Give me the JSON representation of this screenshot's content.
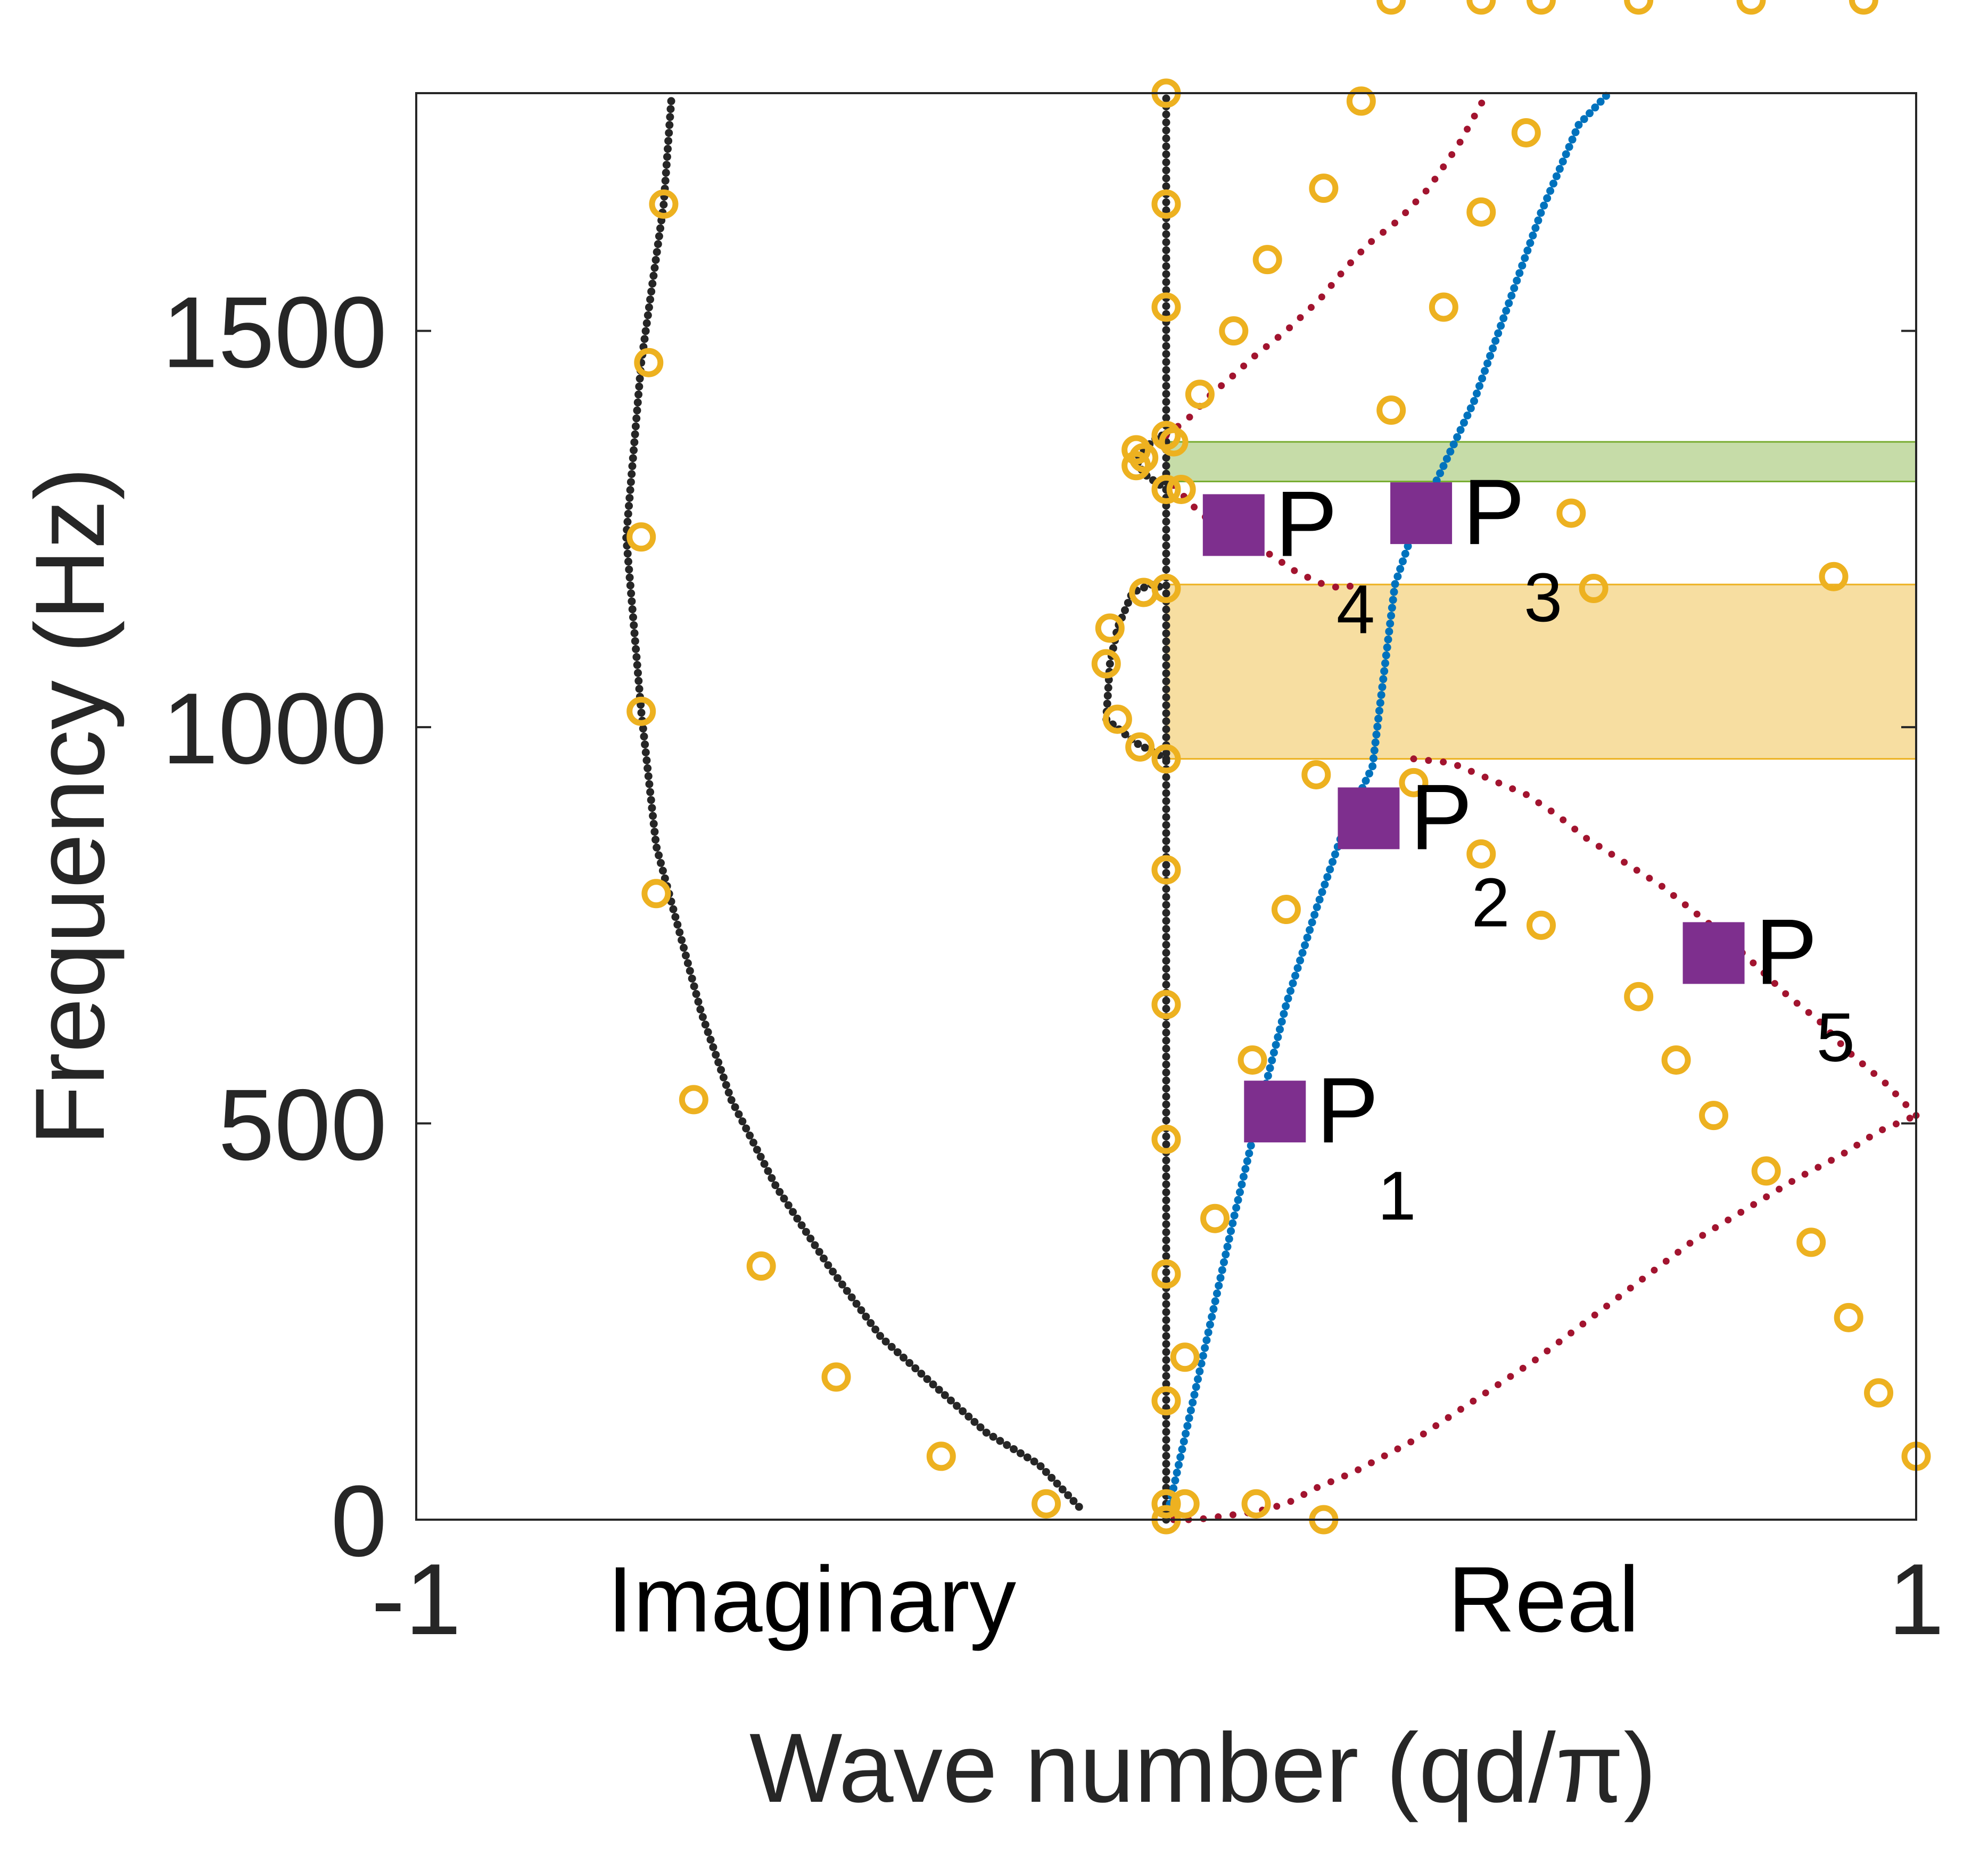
{
  "chart_data": {
    "type": "scatter",
    "title": "",
    "xlabel": "Wave number (qd/π)",
    "ylabel": "Frequency (Hz)",
    "xlim": [
      -1,
      1
    ],
    "ylim": [
      0,
      1800
    ],
    "xticks": [
      -1,
      1
    ],
    "xtick_labels": [
      "-1",
      "1"
    ],
    "yticks": [
      0,
      500,
      1000,
      1500
    ],
    "ytick_labels": [
      "0",
      "500",
      "1000",
      "1500"
    ],
    "region_labels": [
      "Imaginary",
      "Real"
    ],
    "grid": false,
    "colors": {
      "imaginary_branch": "#262626",
      "real_branch_1": "#0072BD",
      "real_branch_2": "#A2142F",
      "marker_ring": "#EDB120",
      "band_green": "#77AC30",
      "band_yellow": "#EDB120",
      "points": "#7E2F8E"
    },
    "bands": [
      {
        "y": [
          1310,
          1360
        ],
        "color": "#77AC30"
      },
      {
        "y": [
          960,
          1180
        ],
        "color": "#EDB120"
      }
    ],
    "series": [
      {
        "style": "dense-dots",
        "color": "#262626",
        "x": [
          -0.66,
          -0.67,
          -0.7,
          -0.72,
          -0.7,
          -0.68,
          -0.66,
          -0.62,
          -0.58,
          -0.52,
          -0.45,
          -0.38,
          -0.31,
          -0.24,
          -0.17,
          -0.11
        ],
        "y": [
          1790,
          1660,
          1460,
          1240,
          1020,
          850,
          780,
          640,
          530,
          420,
          320,
          230,
          170,
          110,
          70,
          10
        ]
      },
      {
        "style": "dense-dots",
        "color": "#262626",
        "x": [
          0,
          0,
          0,
          0,
          0,
          0,
          0,
          0,
          0,
          0,
          0,
          0,
          0,
          0
        ],
        "y": [
          0,
          20,
          150,
          310,
          480,
          650,
          820,
          960,
          1175,
          1300,
          1530,
          1660,
          1790,
          1800
        ]
      },
      {
        "style": "dense-dots",
        "color": "#262626",
        "x": [
          0,
          -0.04,
          -0.08,
          -0.075,
          -0.065,
          -0.045,
          -0.02,
          0
        ],
        "y": [
          960,
          980,
          1010,
          1080,
          1125,
          1170,
          1180,
          1175
        ]
      },
      {
        "style": "dense-dots",
        "color": "#262626",
        "x": [
          0,
          -0.03,
          -0.04,
          -0.03,
          -0.01,
          0
        ],
        "y": [
          1300,
          1320,
          1338,
          1350,
          1368,
          1368
        ]
      },
      {
        "style": "dense-dots",
        "color": "#0072BD",
        "x": [
          0.005,
          0.05,
          0.09,
          0.125,
          0.16,
          0.2,
          0.24,
          0.275,
          0.305,
          0.33,
          0.37,
          0.41,
          0.455,
          0.5,
          0.55,
          0.59
        ],
        "y": [
          20,
          210,
          380,
          520,
          650,
          770,
          880,
          950,
          1180,
          1250,
          1330,
          1410,
          1530,
          1650,
          1760,
          1800
        ]
      },
      {
        "style": "sparse-dots",
        "color": "#A2142F",
        "x": [
          0.0,
          0.03,
          0.06,
          0.085,
          0.12,
          0.16,
          0.205,
          0.24,
          0.27,
          0.31,
          0.35,
          0.39,
          0.425
        ],
        "y": [
          1368,
          1390,
          1420,
          1440,
          1470,
          1500,
          1540,
          1580,
          1610,
          1640,
          1680,
          1735,
          1795
        ]
      },
      {
        "style": "sparse-dots",
        "color": "#A2142F",
        "x": [
          0.01,
          0.045,
          0.09,
          0.135,
          0.175,
          0.21,
          0.235,
          0.26
        ],
        "y": [
          1305,
          1270,
          1240,
          1220,
          1195,
          1180,
          1175,
          1182
        ]
      },
      {
        "style": "sparse-dots",
        "color": "#A2142F",
        "x": [
          0.33,
          0.38,
          0.43,
          0.48,
          0.52,
          0.56,
          0.61,
          0.66,
          0.7,
          0.74,
          0.78,
          0.83,
          0.87,
          0.91,
          0.96,
          1.0
        ],
        "y": [
          960,
          955,
          935,
          915,
          890,
          860,
          830,
          800,
          770,
          740,
          705,
          660,
          630,
          590,
          550,
          510
        ]
      },
      {
        "style": "sparse-dots",
        "color": "#A2142F",
        "x": [
          0.01,
          0.04,
          0.12,
          0.16,
          0.2,
          0.25,
          0.33,
          0.41,
          0.49,
          0.56,
          0.63,
          0.7,
          0.77,
          0.84,
          0.9,
          0.95,
          1.0
        ],
        "y": [
          0,
          0,
          10,
          20,
          40,
          60,
          100,
          150,
          200,
          250,
          300,
          350,
          390,
          430,
          460,
          490,
          510
        ]
      }
    ],
    "markers": {
      "style": "ring",
      "color": "#EDB120",
      "x": [
        -0.67,
        -0.69,
        -0.7,
        -0.7,
        -0.68,
        -0.63,
        -0.54,
        -0.44,
        -0.3,
        -0.16,
        0,
        0,
        0,
        0,
        0,
        0,
        0,
        0,
        0,
        0,
        0,
        0,
        0,
        0,
        0,
        -0.03,
        -0.04,
        -0.08,
        -0.075,
        -0.065,
        -0.03,
        -0.035,
        -0.04,
        0.01,
        0.02,
        0.025,
        0.025,
        0.065,
        0.115,
        0.16,
        0.2,
        0.3,
        0.37,
        0.42,
        0.48,
        0.54,
        0.57,
        0.89,
        0.045,
        0.09,
        0.135,
        0.21,
        0.26,
        0.33,
        0.42,
        0.5,
        0.63,
        0.68,
        0.73,
        0.8,
        0.86,
        0.91,
        0.95,
        1.0,
        0.12,
        0.21,
        0.3,
        0.42,
        0.5,
        0.63,
        0.78,
        0.93
      ],
      "y": [
        1660,
        1460,
        1240,
        1020,
        790,
        530,
        320,
        180,
        80,
        20,
        1800,
        1660,
        1530,
        1300,
        1175,
        960,
        820,
        650,
        480,
        310,
        150,
        20,
        0,
        1368,
        1368,
        1340,
        1330,
        1080,
        1125,
        1010,
        1170,
        975,
        1350,
        1360,
        1300,
        20,
        205,
        380,
        580,
        770,
        940,
        1400,
        1530,
        1650,
        1750,
        1270,
        1175,
        1190,
        1420,
        1500,
        1590,
        1680,
        1790,
        930,
        840,
        750,
        660,
        580,
        510,
        440,
        350,
        255,
        160,
        80,
        20,
        0
      ]
    },
    "points": {
      "color": "#7E2F8E",
      "labels": [
        {
          "main": "P",
          "sub": "1"
        },
        {
          "main": "P",
          "sub": "2"
        },
        {
          "main": "P",
          "sub": "3"
        },
        {
          "main": "P",
          "sub": "4"
        },
        {
          "main": "P",
          "sub": "5"
        }
      ],
      "x": [
        0.145,
        0.27,
        0.34,
        0.09,
        0.73
      ],
      "y": [
        515,
        885,
        1270,
        1255,
        715
      ]
    }
  }
}
